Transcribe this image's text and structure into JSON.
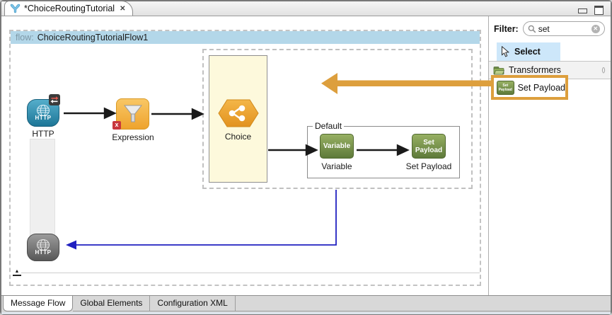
{
  "window": {
    "tab_title": "*ChoiceRoutingTutorial",
    "close_glyph": "✕"
  },
  "flow": {
    "header_prefix": "flow:",
    "header_name": "ChoiceRoutingTutorialFlow1",
    "http_top_label": "HTTP",
    "http_icon_text": "HTTP",
    "expression_label": "Expression",
    "expression_badge": "x",
    "choice_label": "Choice",
    "default_legend": "Default",
    "variable_label": "Variable",
    "variable_icon_text": "Variable",
    "set_payload_label": "Set Payload",
    "set_payload_icon_line1": "Set",
    "set_payload_icon_line2": "Payload",
    "http_bottom_icon_text": "HTTP",
    "collapse_glyph": "▲"
  },
  "palette": {
    "filter_label": "Filter:",
    "search_value": "set",
    "clear_glyph": "✕",
    "select_label": "Select",
    "transformers_label": "Transformers",
    "collapse_glyph": "⟨⟩",
    "item_set_payload": {
      "label": "Set Payload",
      "icon_line1": "Set",
      "icon_line2": "Payload"
    }
  },
  "bottom_tabs": [
    {
      "label": "Message Flow"
    },
    {
      "label": "Global Elements"
    },
    {
      "label": "Configuration XML"
    }
  ],
  "colors": {
    "accent_orange": "#dd9f3d",
    "flow_header_blue": "#b3d7e9",
    "select_highlight": "#cde7fa",
    "choice_fill": "#fdf9dc",
    "node_green": "#6f8b44",
    "node_orange": "#efa42e",
    "http_teal": "#2b8fb2",
    "connector_blue": "#2020c0"
  }
}
